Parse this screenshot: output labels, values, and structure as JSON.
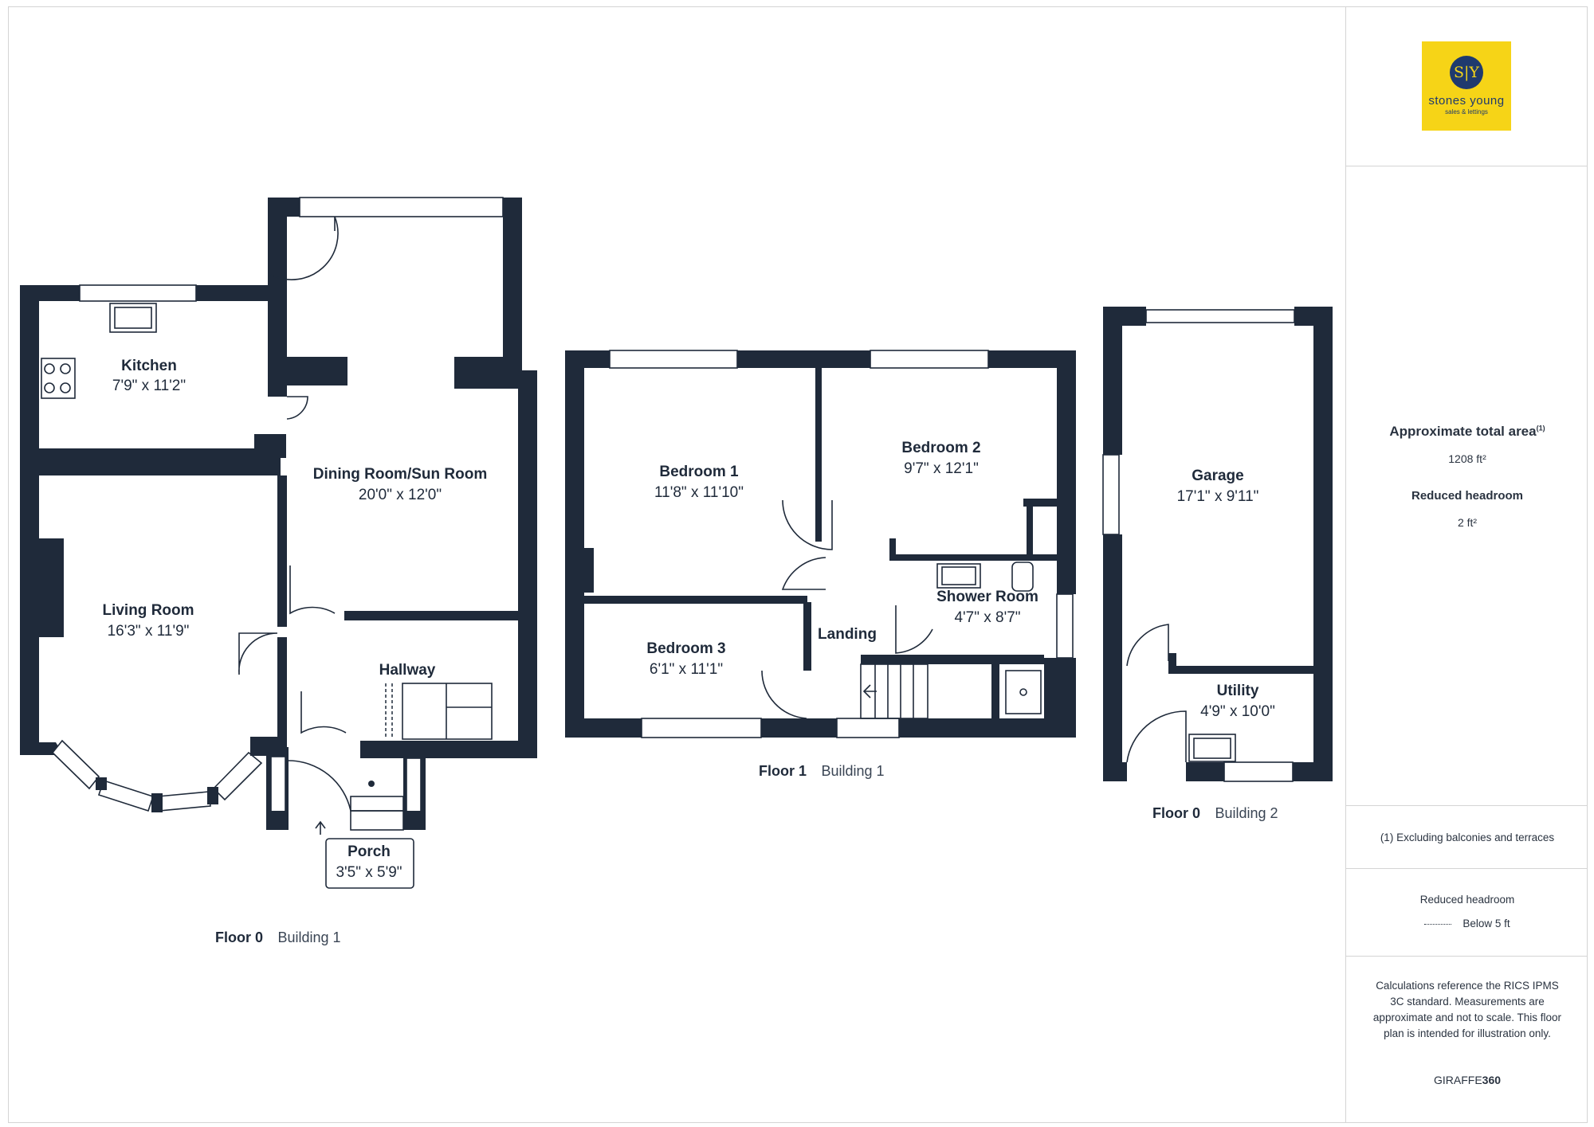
{
  "floors": [
    {
      "floor": "Floor 0",
      "building": "Building 1"
    },
    {
      "floor": "Floor 1",
      "building": "Building 1"
    },
    {
      "floor": "Floor 0",
      "building": "Building 2"
    }
  ],
  "rooms": {
    "kitchen": {
      "name": "Kitchen",
      "dim": "7'9\" x 11'2\""
    },
    "dining": {
      "name": "Dining Room/Sun Room",
      "dim": "20'0\" x 12'0\""
    },
    "living": {
      "name": "Living Room",
      "dim": "16'3\" x 11'9\""
    },
    "hallway": {
      "name": "Hallway"
    },
    "porch": {
      "name": "Porch",
      "dim": "3'5\" x 5'9\""
    },
    "bedroom1": {
      "name": "Bedroom 1",
      "dim": "11'8\" x 11'10\""
    },
    "bedroom2": {
      "name": "Bedroom 2",
      "dim": "9'7\" x 12'1\""
    },
    "bedroom3": {
      "name": "Bedroom 3",
      "dim": "6'1\" x 11'1\""
    },
    "shower": {
      "name": "Shower Room",
      "dim": "4'7\" x 8'7\""
    },
    "landing": {
      "name": "Landing"
    },
    "garage": {
      "name": "Garage",
      "dim": "17'1\" x 9'11\""
    },
    "utility": {
      "name": "Utility",
      "dim": "4'9\" x 10'0\""
    }
  },
  "sidebar": {
    "logo": {
      "initials": "S|Y",
      "name": "stones young",
      "tagline": "sales & lettings"
    },
    "area_title": "Approximate total area",
    "area_sup": "(1)",
    "area_value": "1208 ft²",
    "reduced_title": "Reduced headroom",
    "reduced_value": "2 ft²",
    "footnote": "(1) Excluding balconies and terraces",
    "legend_title": "Reduced headroom",
    "legend_item": "Below 5 ft",
    "disclaimer": "Calculations reference the RICS IPMS 3C standard. Measurements are approximate and not to scale. This floor plan is intended for illustration only.",
    "brand_light": "GIRAFFE",
    "brand_bold": "360"
  },
  "colors": {
    "wall": "#1f2a3a",
    "logo_bg": "#f6d417",
    "logo_circle": "#1f3a6e"
  }
}
